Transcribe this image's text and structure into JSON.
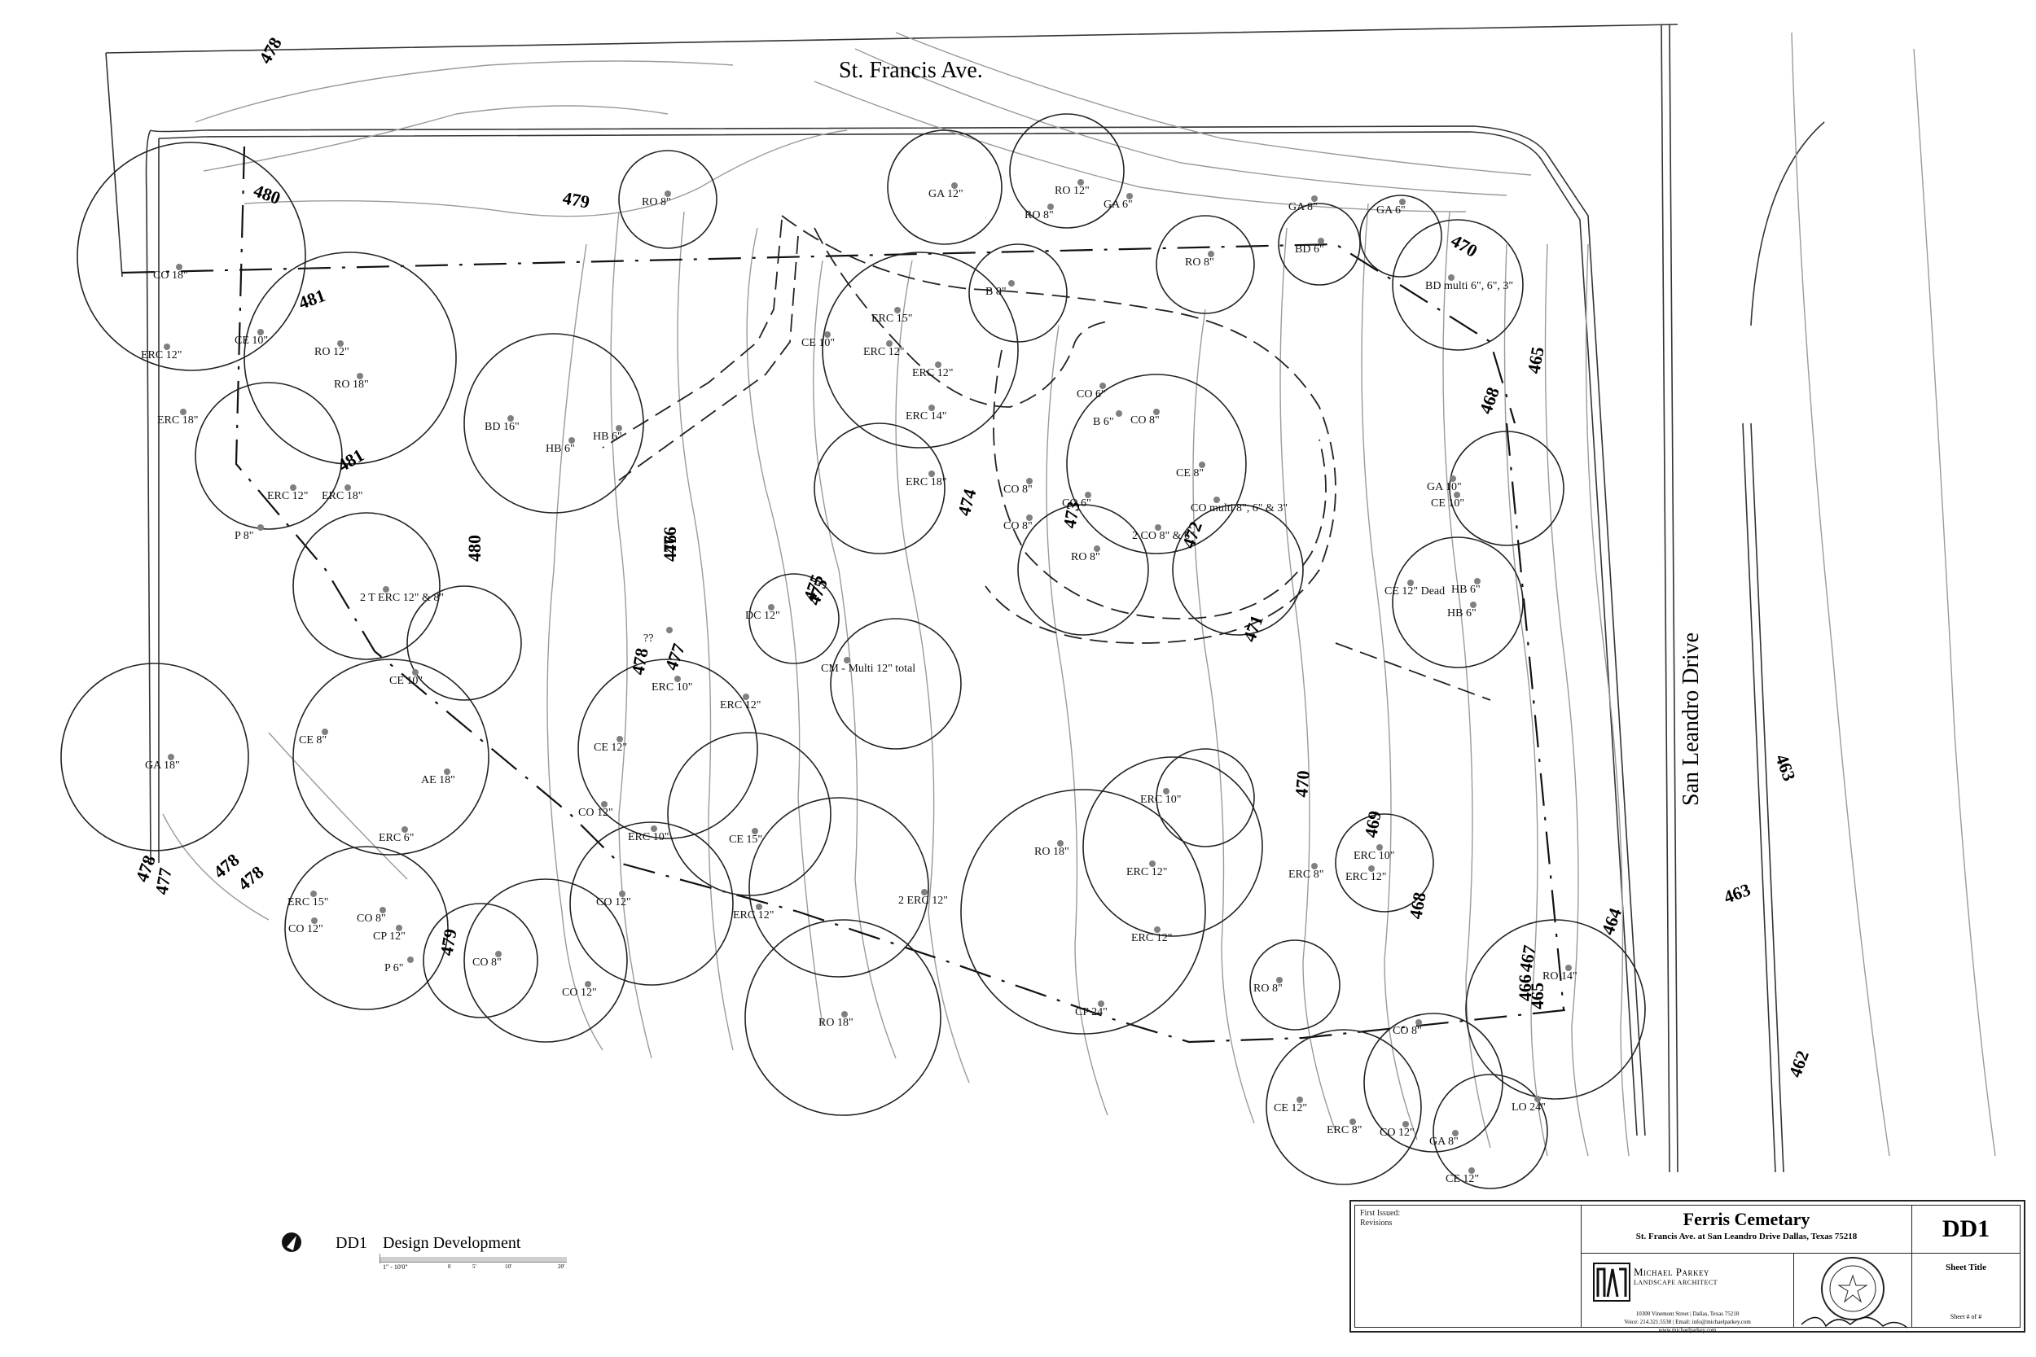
{
  "streets": {
    "north": "St. Francis Ave.",
    "east": "San Leandro Drive"
  },
  "contours": [
    "478",
    "480",
    "479",
    "481",
    "481",
    "480",
    "476",
    "475",
    "474",
    "473",
    "472",
    "471",
    "470",
    "470",
    "469",
    "468",
    "468",
    "467",
    "466",
    "465",
    "465",
    "464",
    "463",
    "463",
    "462",
    "478",
    "477",
    "478",
    "478",
    "479",
    "476",
    "475",
    "477",
    "478"
  ],
  "trees": [
    {
      "label": "RO 8\""
    },
    {
      "label": "GA 12\""
    },
    {
      "label": "RO 12\""
    },
    {
      "label": "RO 8\""
    },
    {
      "label": "GA 6\""
    },
    {
      "label": "GA 8\""
    },
    {
      "label": "GA 6\""
    },
    {
      "label": "BD 6\""
    },
    {
      "label": "RO 8\""
    },
    {
      "label": "BD multi 6\", 6\", 3\""
    },
    {
      "label": "CO 18\""
    },
    {
      "label": "CE 10\""
    },
    {
      "label": "RO 12\""
    },
    {
      "label": "RO 18\""
    },
    {
      "label": "ERC 12\""
    },
    {
      "label": "ERC 18\""
    },
    {
      "label": "ERC 12\""
    },
    {
      "label": "ERC 18\""
    },
    {
      "label": "P 8\""
    },
    {
      "label": "2 T ERC 12\" & 8\""
    },
    {
      "label": "BD 16\""
    },
    {
      "label": "HB 6\""
    },
    {
      "label": "HB 6\""
    },
    {
      "label": "B 8\""
    },
    {
      "label": "ERC 15\""
    },
    {
      "label": "CE 10\""
    },
    {
      "label": "ERC 12\""
    },
    {
      "label": "ERC 12\""
    },
    {
      "label": "ERC 14\""
    },
    {
      "label": "ERC 18\""
    },
    {
      "label": "CO 6\""
    },
    {
      "label": "B 6\""
    },
    {
      "label": "CO 8\""
    },
    {
      "label": "CE 8\""
    },
    {
      "label": "CO 8\""
    },
    {
      "label": "CO 6\""
    },
    {
      "label": "CO 8\""
    },
    {
      "label": "CO multi 8\", 6\" & 3\""
    },
    {
      "label": "2 CO 8\" & 6\""
    },
    {
      "label": "RO 8\""
    },
    {
      "label": "GA 10\""
    },
    {
      "label": "CE 10\""
    },
    {
      "label": "CE 12\" Dead"
    },
    {
      "label": "HB 6\""
    },
    {
      "label": "HB 6\""
    },
    {
      "label": "DC 12\""
    },
    {
      "label": "CM - Multi 12\" total"
    },
    {
      "label": "??"
    },
    {
      "label": "CE 10\""
    },
    {
      "label": "CE 8\""
    },
    {
      "label": "AE 18\""
    },
    {
      "label": "GA 18\""
    },
    {
      "label": "ERC 6\""
    },
    {
      "label": "ERC 10\""
    },
    {
      "label": "ERC 12\""
    },
    {
      "label": "CE 12\""
    },
    {
      "label": "CO 12\""
    },
    {
      "label": "ERC 10\""
    },
    {
      "label": "CE 15\""
    },
    {
      "label": "CO 12\""
    },
    {
      "label": "ERC 12\""
    },
    {
      "label": "CO 8\""
    },
    {
      "label": "CO 12\""
    },
    {
      "label": "ERC 15\""
    },
    {
      "label": "CO 12\""
    },
    {
      "label": "CO 8\""
    },
    {
      "label": "CP 12\""
    },
    {
      "label": "P 6\""
    },
    {
      "label": "RO 18\""
    },
    {
      "label": "ERC 10\""
    },
    {
      "label": "RO 18\""
    },
    {
      "label": "ERC 12\""
    },
    {
      "label": "2 ERC 12\""
    },
    {
      "label": "ERC 12\""
    },
    {
      "label": "CP 24\""
    },
    {
      "label": "ERC 10\""
    },
    {
      "label": "ERC 8\""
    },
    {
      "label": "ERC 12\""
    },
    {
      "label": "RO 8\""
    },
    {
      "label": "RO 14\""
    },
    {
      "label": "CO 8\""
    },
    {
      "label": "CE 12\""
    },
    {
      "label": "ERC 8\""
    },
    {
      "label": "CO 12\""
    },
    {
      "label": "GA 8\""
    },
    {
      "label": "LO 24\""
    },
    {
      "label": "CE 12\""
    }
  ],
  "legend": {
    "sheet_code": "DD1",
    "title": "Design Development",
    "scale_text": "1\" - 10'0\"",
    "ticks": [
      "0",
      "5'",
      "10'",
      "20'"
    ]
  },
  "title_block": {
    "first_issued": "First Issued: ",
    "revisions": "Revisions",
    "project_name": "Ferris Cemetary",
    "address": "St. Francis Ave. at San Leandro Drive    Dallas, Texas 75218",
    "firm_name": "Michael Parkey",
    "firm_sub": "LANDSCAPE ARCHITECT",
    "firm_address": "10300 Vinemont Street  |  Dallas, Texas 75218",
    "firm_contact": "Voice: 214.321.5538  |  Email: info@michaelparkey.com",
    "firm_web": "www.michaelparkey.com",
    "sheet_id": "DD1",
    "sheet_title": "Sheet Title",
    "sheet_number": "Sheet # of #"
  }
}
